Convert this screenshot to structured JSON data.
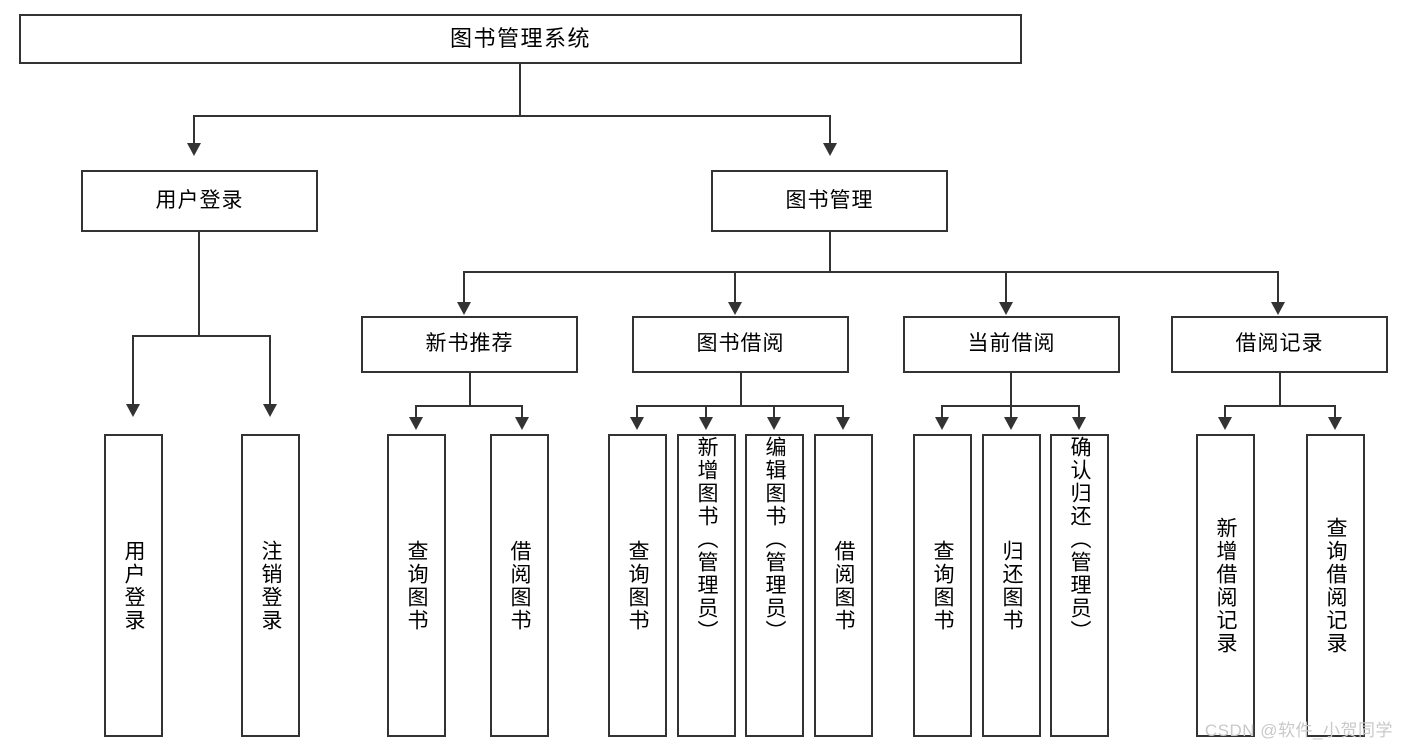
{
  "diagram": {
    "title": "图书管理系统",
    "type": "tree",
    "root": {
      "label": "图书管理系统"
    },
    "level2": [
      {
        "label": "用户登录"
      },
      {
        "label": "图书管理"
      }
    ],
    "level3": [
      {
        "label": "新书推荐"
      },
      {
        "label": "图书借阅"
      },
      {
        "label": "当前借阅"
      },
      {
        "label": "借阅记录"
      }
    ],
    "leaves": {
      "user_login": [
        {
          "label": "用户登录"
        },
        {
          "label": "注销登录"
        }
      ],
      "new_book_recommend": [
        {
          "label": "查询图书"
        },
        {
          "label": "借阅图书"
        }
      ],
      "book_borrow": [
        {
          "label": "查询图书"
        },
        {
          "label": "新增图书（管理员）"
        },
        {
          "label": "编辑图书（管理员）"
        },
        {
          "label": "借阅图书"
        }
      ],
      "current_borrow": [
        {
          "label": "查询图书"
        },
        {
          "label": "归还图书"
        },
        {
          "label": "确认归还（管理员）"
        }
      ],
      "borrow_record": [
        {
          "label": "新增借阅记录"
        },
        {
          "label": "查询借阅记录"
        }
      ]
    }
  },
  "watermark": {
    "text": "CSDN @软件_小贺同学"
  },
  "colors": {
    "stroke": "#333333",
    "fill": "#ffffff",
    "text": "#000000",
    "watermark": "#c9c9c9"
  }
}
